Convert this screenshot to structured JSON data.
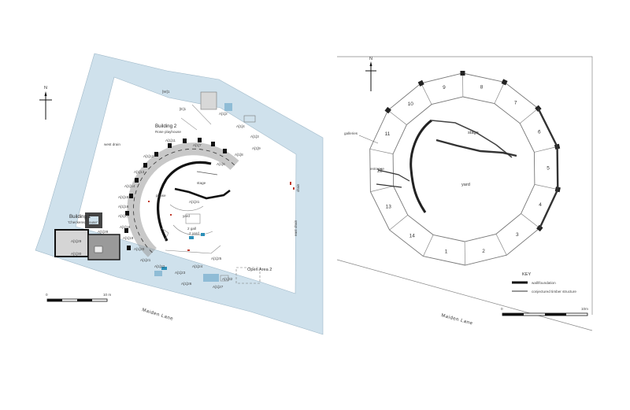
{
  "left_plan": {
    "north_label": "N",
    "building2_label": "Building 2",
    "building2_sub": "Rose playhouse",
    "building1_label": "Building 1",
    "building1_sub": "'Checkered house'",
    "open_area_label": "Open Area 2",
    "lane_label": "Maiden Lane",
    "west_label": "west drain",
    "east_label": "east drain",
    "drain_label": "drain",
    "scale_start": "0",
    "scale_end": "10 m",
    "context_labels": [
      "[W]1",
      "[E]1",
      "A[1]2",
      "A[1]4",
      "A[1]3",
      "A[1]9",
      "A[1]8",
      "A[1]6",
      "A[1]7",
      "A[1]11",
      "A[1]12",
      "A[1]13",
      "A[1]14",
      "A[1]15",
      "A[1]16",
      "A[1]17",
      "A[1]18",
      "A[1]19",
      "A[1]20",
      "A[1]21",
      "A[1]22",
      "A[1]23",
      "A[1]24",
      "A[1]25",
      "A[1]26",
      "A[1]27",
      "A[1]28",
      "A[1]29",
      "A[1]30",
      "A[1]31",
      "A[1]32"
    ],
    "inner_labels": [
      "stage",
      "yard",
      "phase",
      "2 gall",
      "2 yard"
    ]
  },
  "right_plan": {
    "north_label": "N",
    "bay_numbers": [
      "1",
      "2",
      "3",
      "4",
      "5",
      "6",
      "7",
      "8",
      "9",
      "10",
      "11",
      "12",
      "13",
      "14"
    ],
    "stage_label": "stage",
    "yard_label": "yard",
    "galleries_label": "galleries",
    "entrance_label": "entrance",
    "key_title": "KEY",
    "key_wall": "wall/foundation",
    "key_timber": "conjectured timber structure",
    "lane_label": "Maiden Lane",
    "scale_start": "0",
    "scale_end": "10m"
  }
}
